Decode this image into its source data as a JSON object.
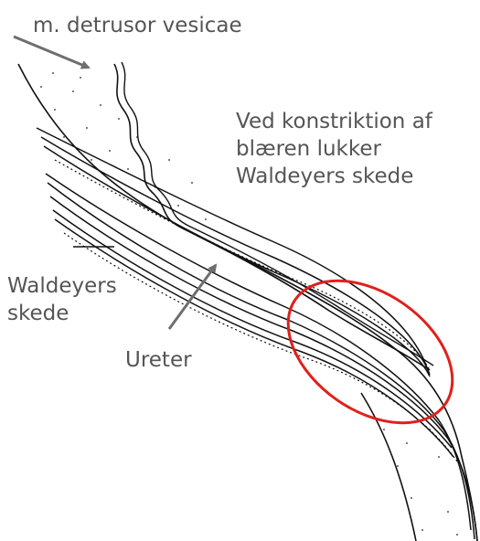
{
  "labels": {
    "detrusor": "m. detrusor vesicae",
    "constriction": "Ved konstriktion af\nblæren lukker\nWaldeyers skede",
    "waldeyer_sheath": "Waldeyers\nskede",
    "ureter": "Ureter"
  },
  "colors": {
    "line_art": "#111111",
    "label_text": "#555555",
    "pointer_arrow": "#6e6e6e",
    "highlight_ellipse": "#e0201c"
  }
}
